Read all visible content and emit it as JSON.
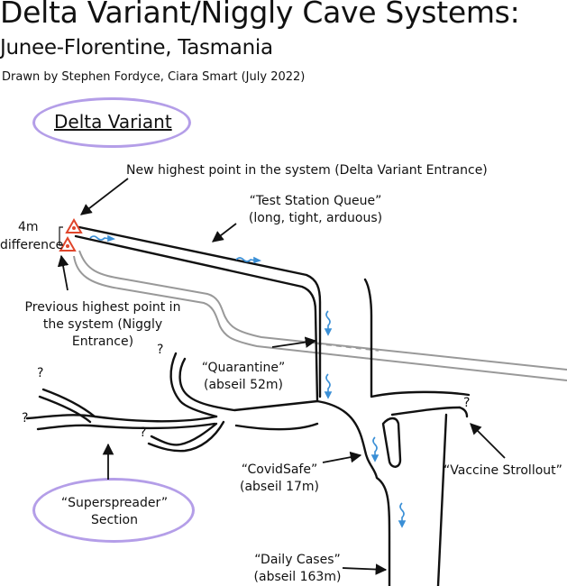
{
  "header": {
    "title": "Delta Variant/Niggly Cave Systems:",
    "subtitle": "Junee-Florentine, Tasmania",
    "credit": "Drawn by Stephen Fordyce, Ciara Smart (July 2022)"
  },
  "sections": {
    "delta": "Delta Variant",
    "superspreader_line1": "“Superspreader”",
    "superspreader_line2": "Section"
  },
  "labels": {
    "new_highest": "New highest point in the system (Delta Variant Entrance)",
    "test_station_1": "“Test Station Queue”",
    "test_station_2": "(long, tight, arduous)",
    "diff_1": "4m",
    "diff_2": "difference",
    "prev_1": "Previous highest point in",
    "prev_2": "the system (Niggly",
    "prev_3": "Entrance)",
    "quarantine_1": "“Quarantine”",
    "quarantine_2": "(abseil 52m)",
    "covidsafe_1": "“CovidSafe”",
    "covidsafe_2": "(abseil 17m)",
    "vaccine": "“Vaccine Strollout”",
    "daily_1": "“Daily Cases”",
    "daily_2": "(abseil 163m)",
    "unknown": "?"
  },
  "colors": {
    "cave_outline": "#111111",
    "old_passage": "#999999",
    "water": "#3a8fd6",
    "entrance_marker": "#e0452b",
    "section_oval": "#b49ee8"
  },
  "icons": [
    "entrance-triangle-icon",
    "water-flow-icon",
    "arrow-icon"
  ]
}
